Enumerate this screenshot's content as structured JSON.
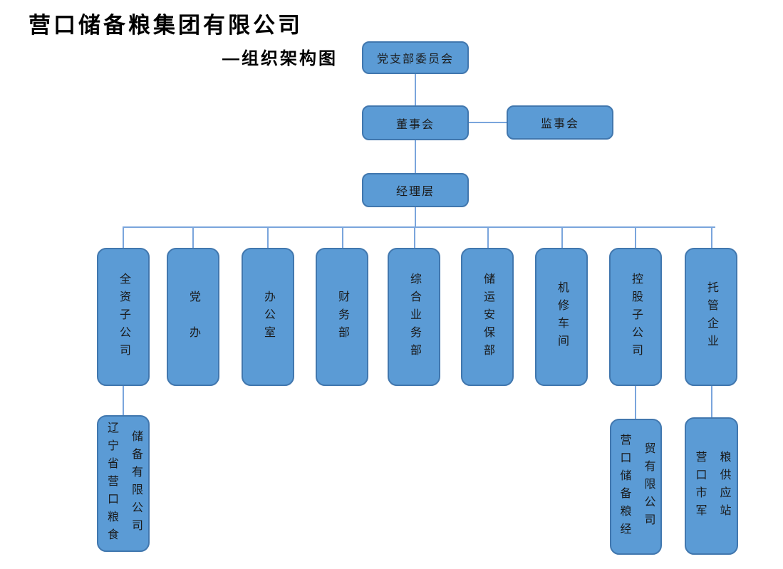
{
  "page": {
    "title": "营口储备粮集团有限公司",
    "subtitle": "—组织架构图"
  },
  "colors": {
    "box_fill": "#5b9bd5",
    "box_border": "#4177ae",
    "connector_line": "#7aa5dc",
    "text": "#1a1a1a",
    "background": "#ffffff"
  },
  "org": {
    "party_committee": {
      "label": "党支部委员会"
    },
    "board": {
      "label": "董事会"
    },
    "supervisory_board": {
      "label": "监事会"
    },
    "management": {
      "label": "经理层"
    },
    "departments": [
      {
        "label": "全资子公司"
      },
      {
        "label": "党　办"
      },
      {
        "label": "办公室"
      },
      {
        "label": "财务部"
      },
      {
        "label": "综合业务部"
      },
      {
        "label": "储运安保部"
      },
      {
        "label": "机修车间"
      },
      {
        "label": "控股子公司"
      },
      {
        "label": "托管企业"
      }
    ],
    "subsidiaries": [
      {
        "label": "辽宁省营口粮食\n储备有限公司",
        "parent": "全资子公司"
      },
      {
        "label": "营口储备粮经\n贸有限公司",
        "parent": "控股子公司"
      },
      {
        "label": "营口市军\n粮供应站",
        "parent": "托管企业"
      }
    ]
  }
}
